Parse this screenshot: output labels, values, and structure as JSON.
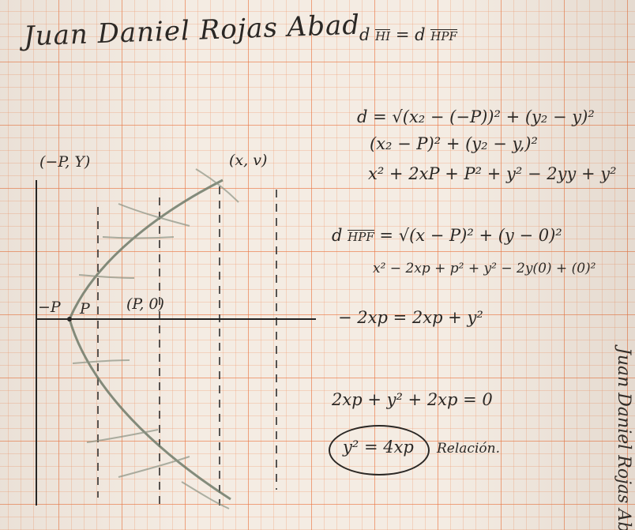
{
  "header": {
    "author": "Juan Daniel Rojas Abad",
    "distance_eq_prefix": "d",
    "seg1": "HI",
    "eq_mid": "= d",
    "seg2": "HPF"
  },
  "derivation1": {
    "line1": "d = √(x₂ − (−P))² + (y₂ − y)²",
    "line2": "(x₂ − P)² + (y₂ − y,)²",
    "line3": "x² + 2xP + P² + y² − 2yy + y²"
  },
  "derivation2": {
    "prefix": "d",
    "seg": "HPF",
    "line1_rest": "= √(x − P)² + (y − 0)²",
    "line2": "x² − 2xp + p² + y² − 2y(0) + (0)²",
    "line3": "− 2xp = 2xp + y²",
    "line4": "2xp + y² + 2xp = 0",
    "result": "y² = 4xp",
    "result_note": "Relación."
  },
  "graph_labels": {
    "point_left": "(−P, Y)",
    "point_curve": "(x, v)",
    "neg_p": "−P",
    "p": "P",
    "focus": "(P, 0)"
  },
  "margin_name": "Juan Daniel Rojas Abad"
}
